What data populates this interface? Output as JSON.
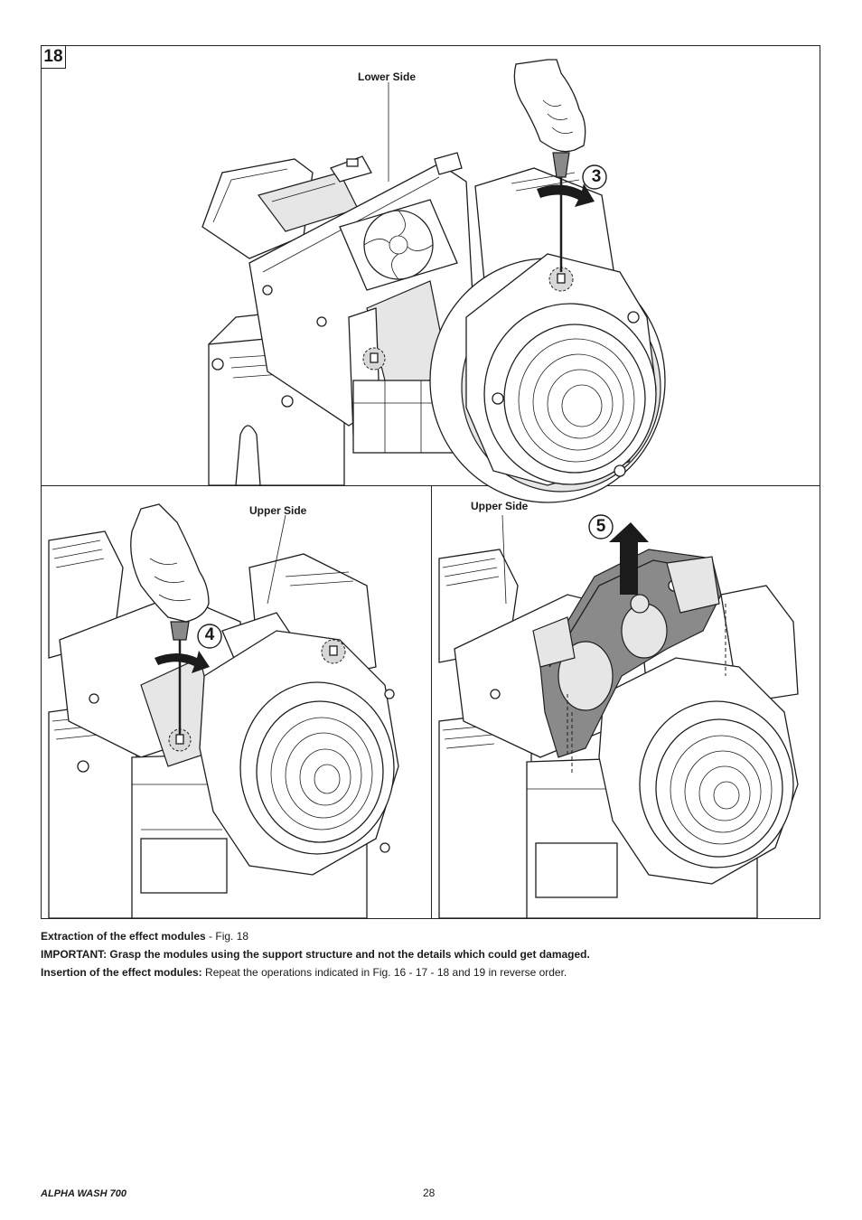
{
  "figure": {
    "number": "18",
    "top_panel": {
      "callout": "Lower Side",
      "step": "3",
      "icons": [
        "hand-screwdriver-icon",
        "rotate-arrow-icon",
        "screw-icon"
      ]
    },
    "bottom_left_panel": {
      "callout": "Upper Side",
      "step": "4",
      "icons": [
        "hand-screwdriver-icon",
        "rotate-arrow-icon",
        "screw-icon"
      ]
    },
    "bottom_right_panel": {
      "callout": "Upper Side",
      "step": "5",
      "icons": [
        "lift-arrow-icon",
        "effect-module-icon"
      ]
    }
  },
  "caption": {
    "line1_bold": "Extraction of the effect modules",
    "line1_rest": " - Fig. 18",
    "line2_bold": "IMPORTANT: Grasp the modules using the support structure and not the details which could get damaged.",
    "line3_bold": "Insertion of the effect modules:",
    "line3_rest": " Repeat the operations indicated in Fig. 16 - 17 - 18 and 19 in reverse order."
  },
  "footer": {
    "brand": "ALPHA WASH 700",
    "page_number": "28"
  }
}
